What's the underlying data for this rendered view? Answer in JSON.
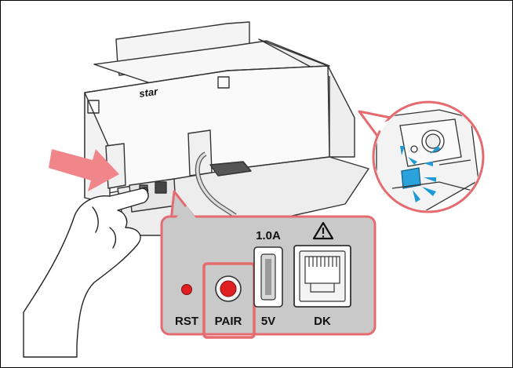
{
  "brand": {
    "logo_text": "star"
  },
  "panel": {
    "rst_label": "RST",
    "pair_label": "PAIR",
    "usb_current": "1.0A",
    "usb_voltage": "5V",
    "dk_label": "DK",
    "warning_icon": "warning-triangle-icon"
  },
  "colors": {
    "highlight": "#e56b70",
    "arrow": "#f0868a",
    "pair_button": "#e02020",
    "panel_bg": "#c9c9c9",
    "led_blue": "#1e9bd7"
  }
}
